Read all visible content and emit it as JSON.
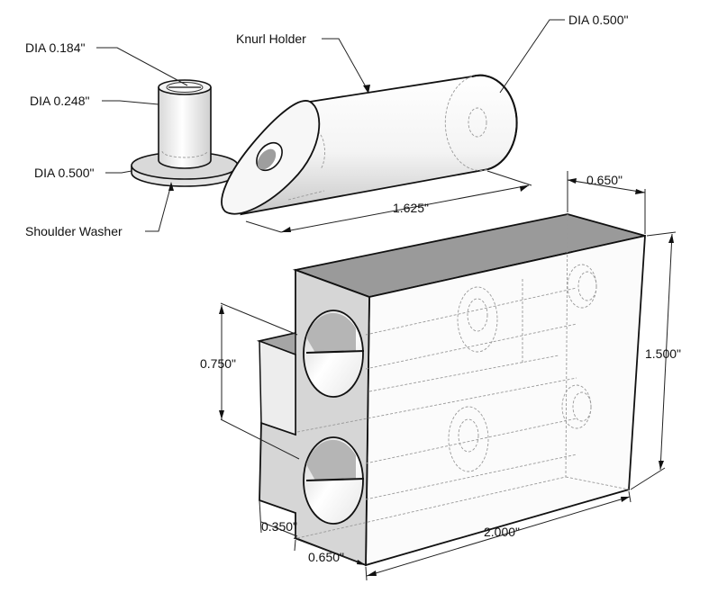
{
  "labels": {
    "dia_184": "DIA 0.184\"",
    "dia_248": "DIA 0.248\"",
    "dia_500_washer": "DIA 0.500\"",
    "shoulder_washer": "Shoulder Washer",
    "knurl_holder": "Knurl Holder",
    "dia_500_holder": "DIA 0.500\"",
    "len_1625": "1.625\"",
    "w_650_top": "0.650\"",
    "h_1500": "1.500\"",
    "h_750": "0.750\"",
    "d_350": "0.350\"",
    "w_650_bottom": "0.650\"",
    "len_2000": "2.000\""
  },
  "colors": {
    "face_top": "#9a9a9a",
    "face_front": "#f6f6f6",
    "face_side": "#d4d4d4",
    "shadow": "#bdbdbd"
  }
}
